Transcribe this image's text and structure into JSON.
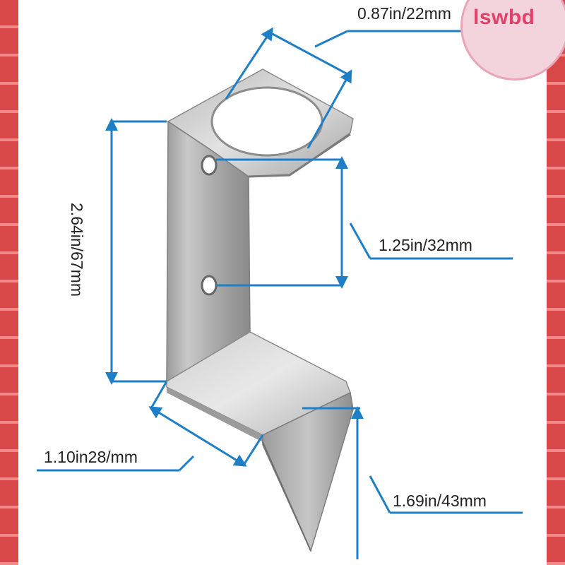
{
  "brand": {
    "label": "lswbd"
  },
  "dimensions": {
    "top": "0.87in/22mm",
    "hole_spacing": "1.25in/32mm",
    "height": "2.64in/67mm",
    "base_width": "1.10in28/mm",
    "spike": "1.69in/43mm"
  },
  "colors": {
    "border": "#e35a5a",
    "dimension_line": "#1f7fc6",
    "badge_text": "#e0426a"
  }
}
